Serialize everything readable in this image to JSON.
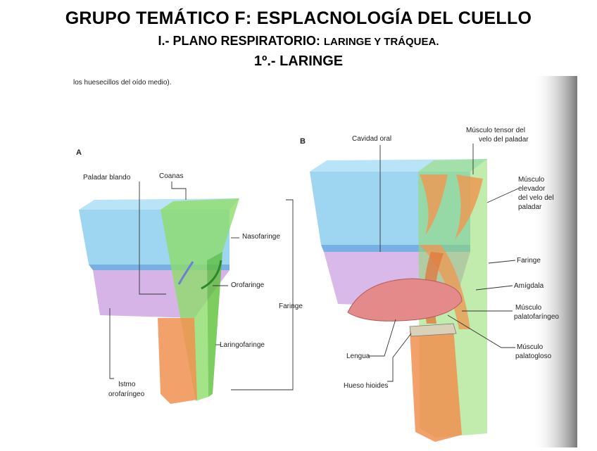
{
  "header": {
    "title": "GRUPO TEMÁTICO F: ESPLACNOLOGÍA DEL CUELLO",
    "subtitle_main": "I.- PLANO RESPIRATORIO: ",
    "subtitle_small": "LARINGE Y TRÁQUEA.",
    "section": "1º.- LARINGE"
  },
  "figure": {
    "caption_fragment": "los huesecillos del oído medio).",
    "panel_a": {
      "letter": "A",
      "labels": {
        "paladar_blando": "Paladar blando",
        "coanas": "Coanas",
        "nasofaringe": "Nasofaringe",
        "orofaringe": "Orofaringe",
        "faringe": "Faringe",
        "laringofaringe": "Laringofaringe",
        "istmo_line1": "Istmo",
        "istmo_line2": "orofaríngeo"
      }
    },
    "panel_b": {
      "letter": "B",
      "labels": {
        "cavidad_oral": "Cavidad oral",
        "tensor_line1": "Músculo tensor del",
        "tensor_line2": "velo del paladar",
        "elevador_line1": "Músculo",
        "elevador_line2": "elevador",
        "elevador_line3": "del velo del",
        "elevador_line4": "paladar",
        "faringe": "Faringe",
        "amigdala": "Amígdala",
        "palatofaringeo_line1": "Músculo",
        "palatofaringeo_line2": "palatofaríngeo",
        "palatogloso_line1": "Músculo",
        "palatogloso_line2": "palatogloso",
        "lengua": "Lengua",
        "hueso_hioides": "Hueso hioides"
      }
    },
    "colors": {
      "nasal_blue": "#7ec8ee",
      "oral_purple": "#c99be0",
      "pharynx_green": "#8fdc6a",
      "larynx_orange": "#f09050",
      "tongue_pink": "#e48a8a",
      "muscle_orange": "#ec9a55"
    }
  }
}
